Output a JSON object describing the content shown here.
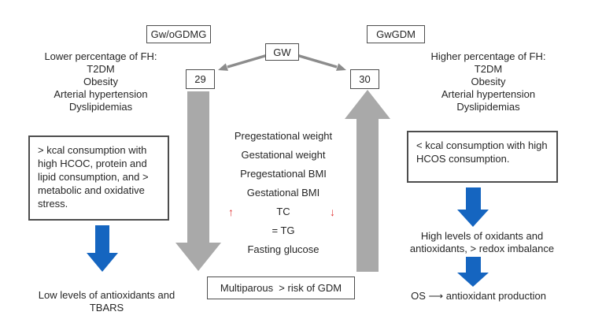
{
  "colors": {
    "arrow-gray": "#a9a9a9",
    "connector-gray": "#8c8c8c",
    "arrow-blue": "#1565c0",
    "indicator-red": "#e03636"
  },
  "boxes": {
    "group_left": "Gw/oGDMG",
    "group_right": "GwGDM",
    "gw": "GW",
    "week_left": "29",
    "week_right": "30",
    "multiparous": "Multiparous  > risk of GDM"
  },
  "left_fh": {
    "title": "Lower percentage of FH:",
    "items": [
      "T2DM",
      "Obesity",
      "Arterial hypertension",
      "Dyslipidemias"
    ]
  },
  "right_fh": {
    "title": "Higher percentage of FH:",
    "items": [
      "T2DM",
      "Obesity",
      "Arterial hypertension",
      "Dyslipidemias"
    ]
  },
  "left_consumption": "> kcal consumption with high HCOC, protein and lipid consumption, and > metabolic and oxidative stress.",
  "right_consumption": "< kcal consumption with high HCOS consumption.",
  "measurements": {
    "items": [
      "Pregestational weight",
      "Gestational weight",
      "Pregestational BMI",
      "Gestational BMI",
      "TC",
      "= TG",
      "Fasting glucose"
    ]
  },
  "indicators": {
    "up": "↑",
    "down": "↓"
  },
  "left_outcome": "Low levels of antioxidants and TBARS",
  "right_outcome_1": "High levels of oxidants and antioxidants, > redox imbalance",
  "right_outcome_2": "OS ⟶ antioxidant production"
}
